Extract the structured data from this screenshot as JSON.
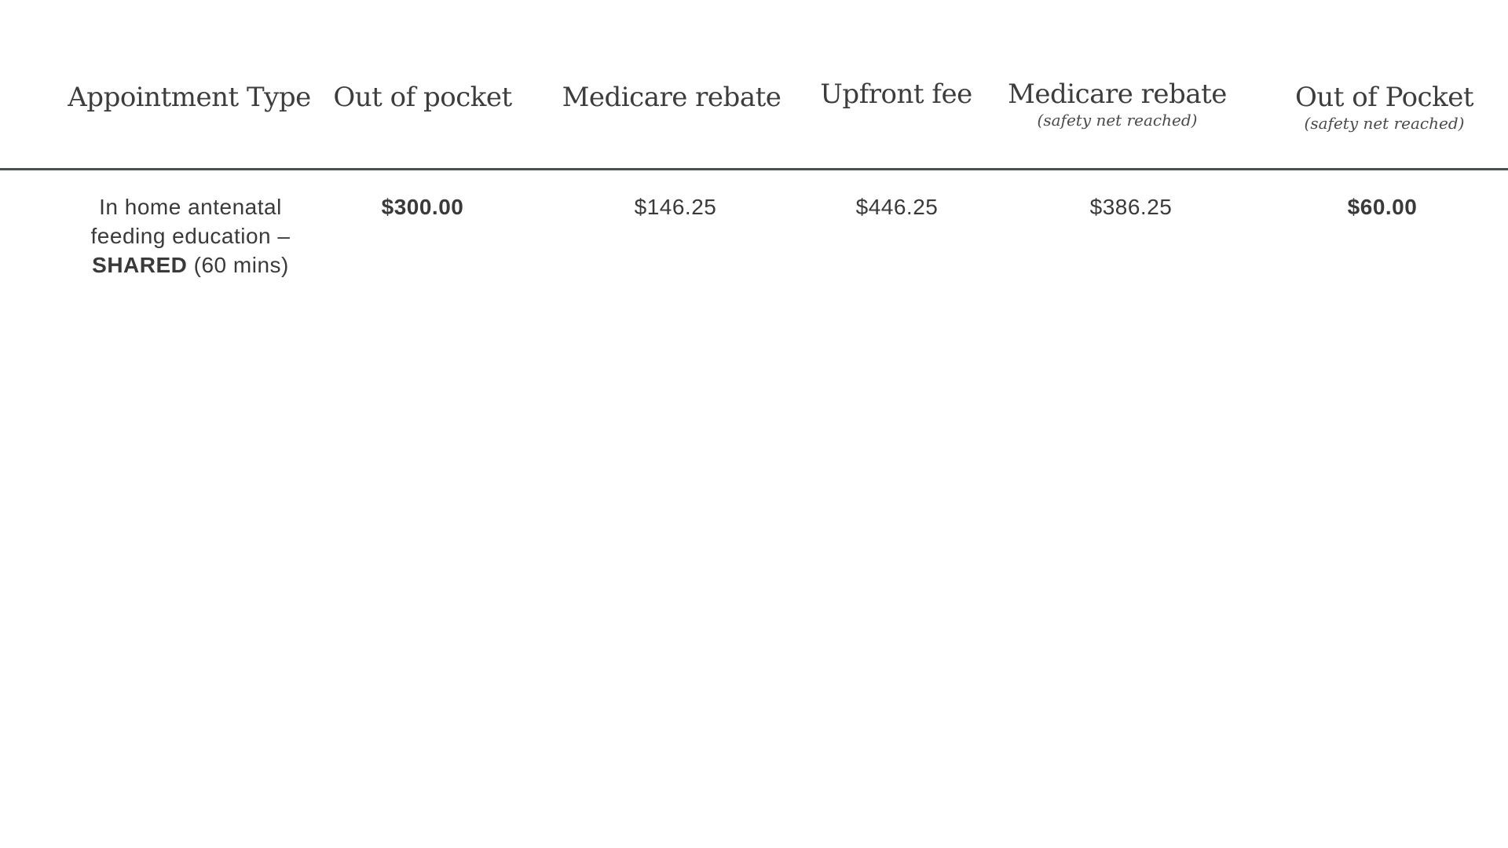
{
  "table": {
    "headers": [
      {
        "title": "Appointment Type",
        "subtitle": ""
      },
      {
        "title": "Out of pocket",
        "subtitle": ""
      },
      {
        "title": "Medicare rebate",
        "subtitle": ""
      },
      {
        "title": "Upfront fee",
        "subtitle": ""
      },
      {
        "title": "Medicare rebate",
        "subtitle": "(safety net reached)"
      },
      {
        "title": "Out of Pocket",
        "subtitle": "(safety net reached)"
      }
    ],
    "rows": [
      {
        "appointment_line1": "In home antenatal",
        "appointment_line2": "feeding education –",
        "appointment_bold": "SHARED",
        "appointment_duration": " (60 mins)",
        "out_of_pocket": "$300.00",
        "medicare_rebate": "$146.25",
        "upfront_fee": "$446.25",
        "medicare_rebate_safety_net": "$386.25",
        "out_of_pocket_safety_net": "$60.00"
      }
    ]
  }
}
